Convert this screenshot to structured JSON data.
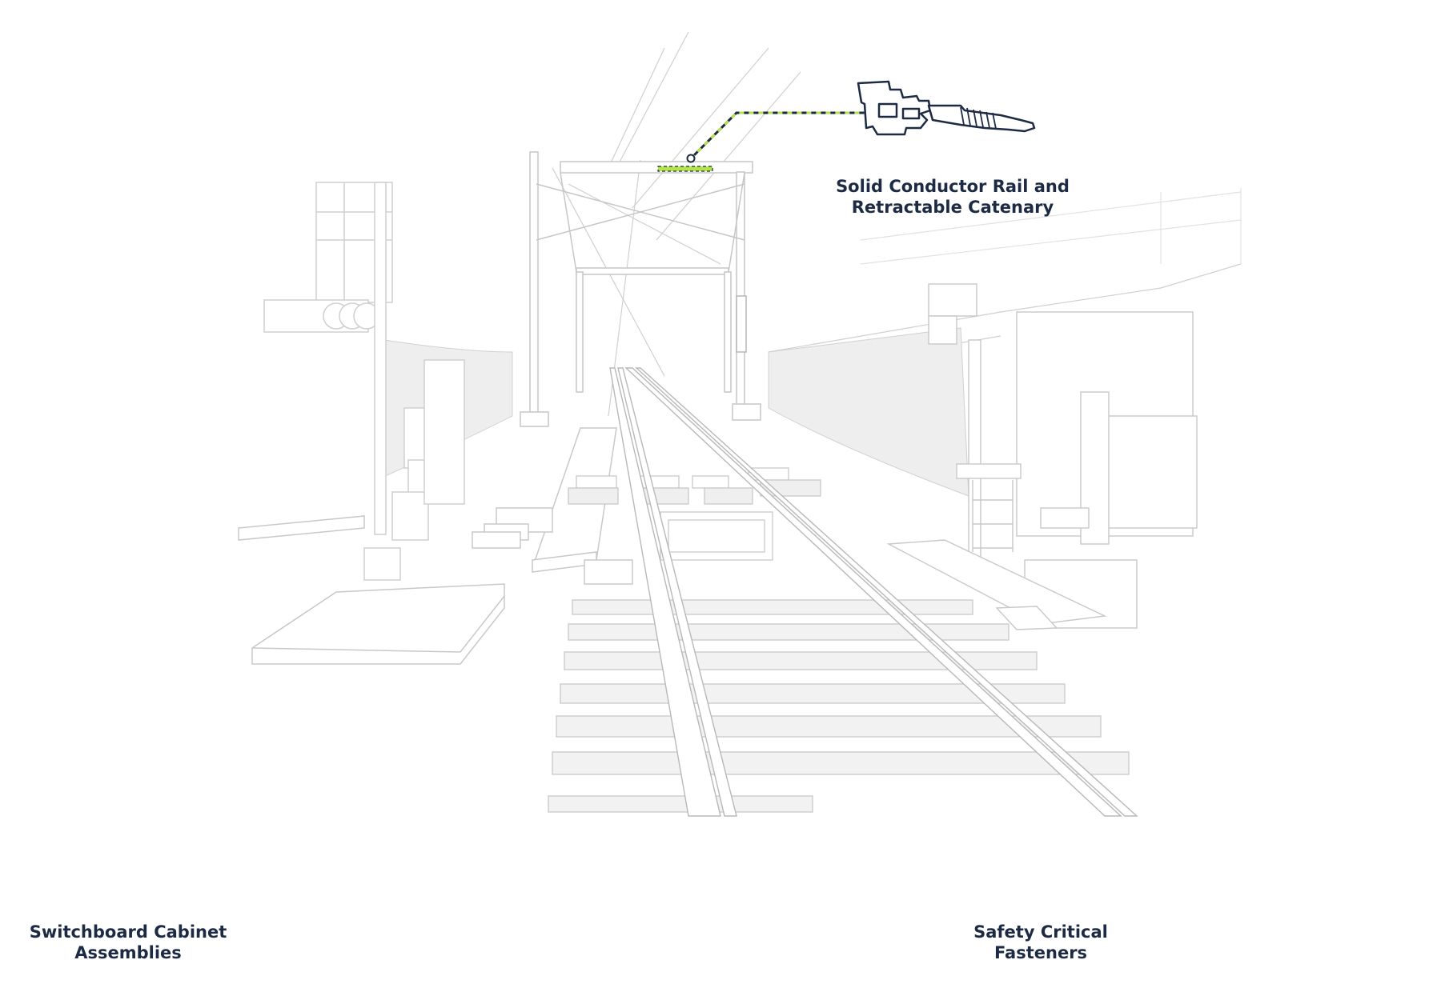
{
  "callouts": {
    "catenary": {
      "line1": "Solid Conductor Rail and",
      "line2": "Retractable Catenary",
      "icon": "pantograph-icon"
    },
    "cabinet": {
      "line1": "Switchboard Cabinet",
      "line2": "Assemblies",
      "icon": "cabinet-icon"
    },
    "fasteners": {
      "line1": "Safety Critical",
      "line2": "Fasteners",
      "icon": "fastener-icon"
    }
  },
  "colors": {
    "highlight": "#b3e44a",
    "highlight_dark": "#9bd23a",
    "outline": "#1c2a44",
    "sketch": "#c8c8c8"
  }
}
